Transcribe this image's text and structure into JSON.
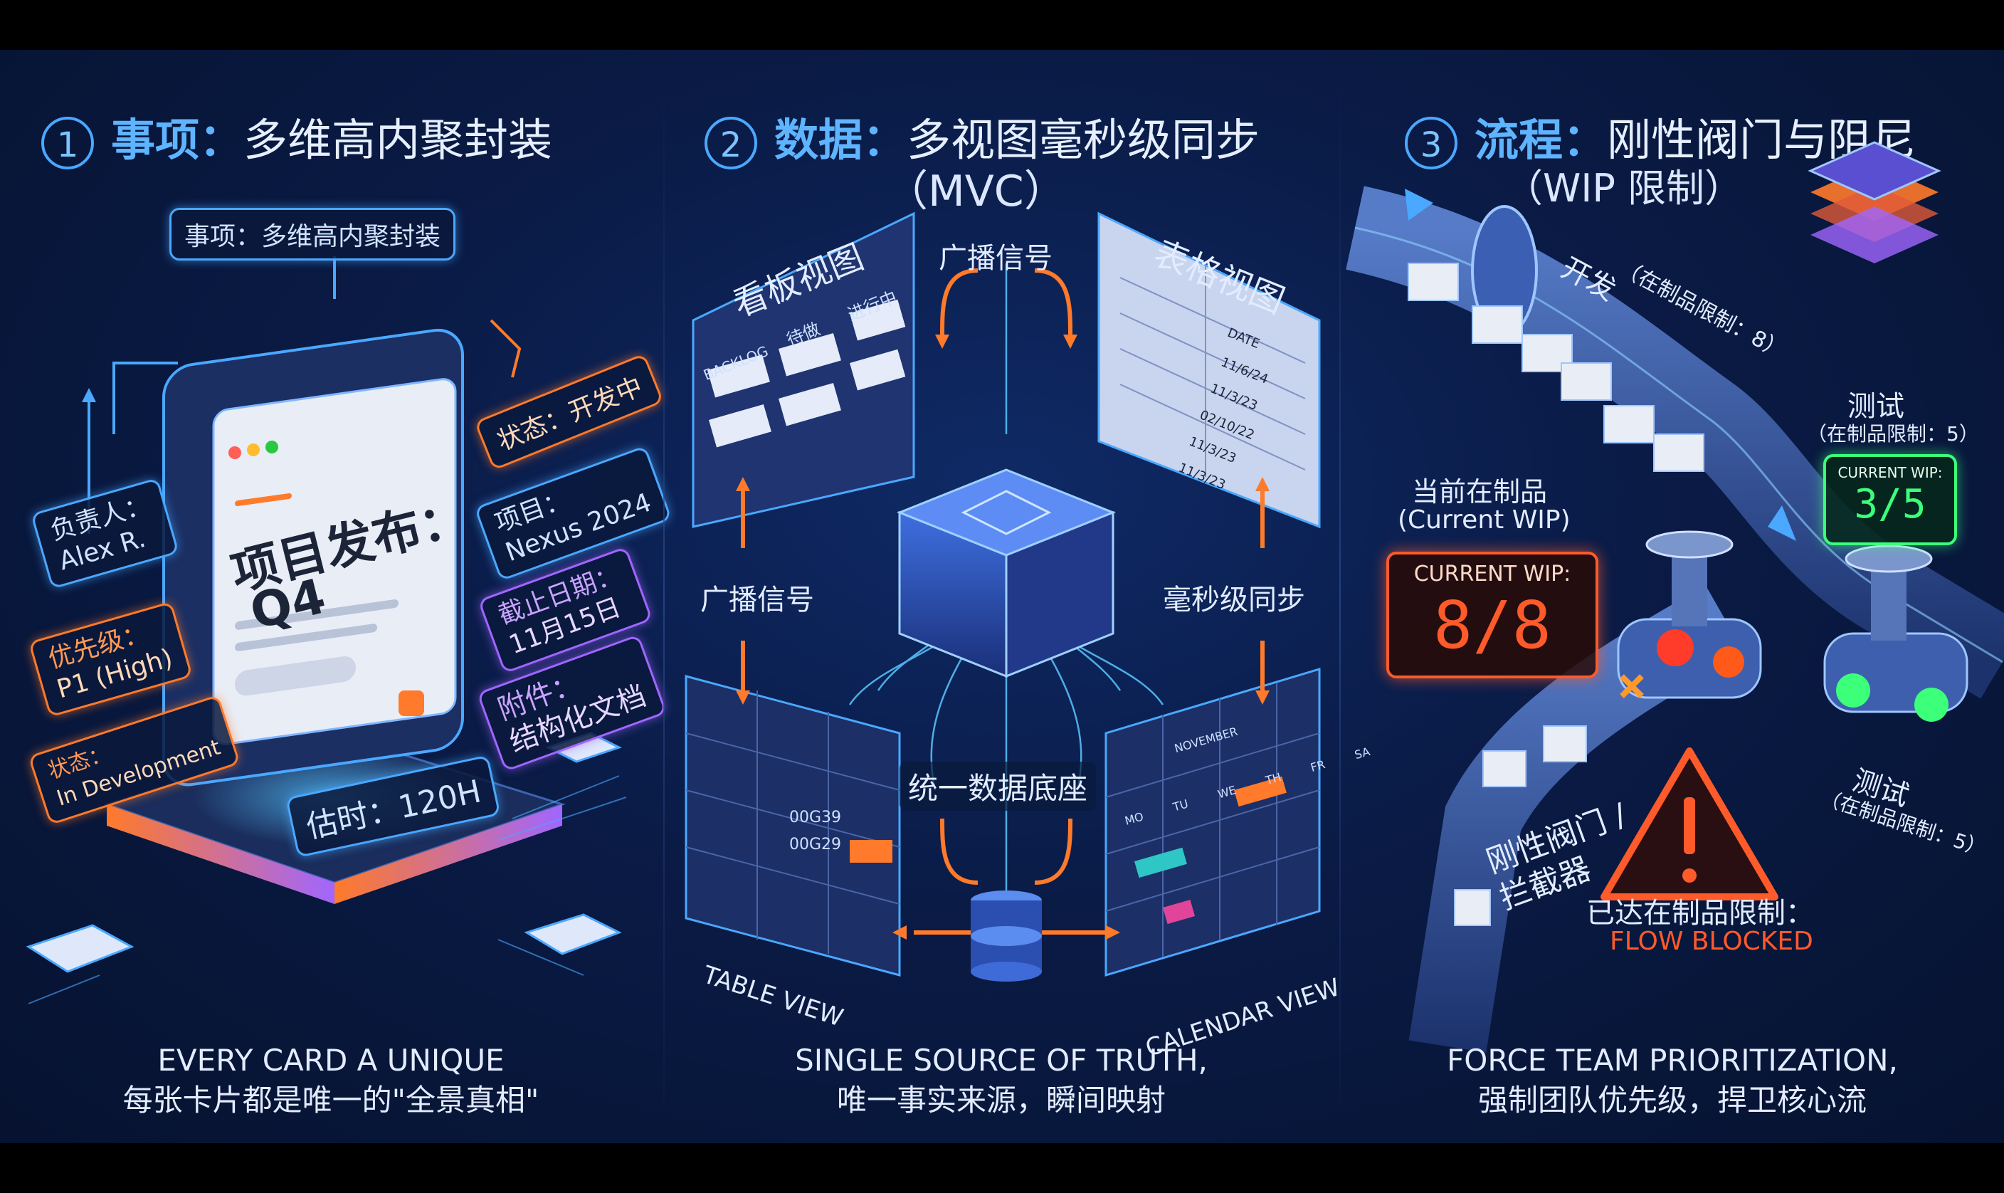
{
  "panel1": {
    "num": "1",
    "title_hl": "事项：",
    "title_rest": "多维高内聚封装",
    "header_tag": "事项：多维高内聚封装",
    "card_title_line1": "项目发布：",
    "card_title_line2": "Q4",
    "tags": {
      "owner_label": "负责人：",
      "owner_value": "Alex R.",
      "priority_label": "优先级：",
      "priority_value": "P1 (High)",
      "state_label": "状态：",
      "state_value": "In Development",
      "status": "状态：开发中",
      "project_label": "项目：",
      "project_value": "Nexus 2024",
      "due_label": "截止日期：",
      "due_value": "11月15日",
      "attach_label": "附件：",
      "attach_value": "结构化文档",
      "estimate": "估时：120H"
    },
    "footer_line1": "EVERY CARD A UNIQUE",
    "footer_line2": "每张卡片都是唯一的\"全景真相\""
  },
  "panel2": {
    "num": "2",
    "title_hl": "数据：",
    "title_rest": "多视图毫秒级同步",
    "subtitle": "（MVC）",
    "kanban_label": "看板视图",
    "kanban_cols": [
      "BACKLOG",
      "待做",
      "进行中"
    ],
    "grid_label": "表格视图",
    "grid_header": "DATE",
    "grid_dates": [
      "11/6/24",
      "11/3/23",
      "02/10/22",
      "11/3/23",
      "11/3/23"
    ],
    "broadcast_top": "广播信号",
    "broadcast_left": "广播信号",
    "sync_right": "毫秒级同步",
    "core_label": "统一数据底座",
    "table_view": "TABLE VIEW",
    "table_values": [
      "00G39",
      "00G29"
    ],
    "calendar_view": "CALENDAR VIEW",
    "calendar_month": "NOVEMBER",
    "calendar_days": [
      "MO",
      "TU",
      "WE",
      "TH",
      "FR",
      "SA"
    ],
    "footer_line1": "SINGLE SOURCE OF TRUTH,",
    "footer_line2": "唯一事实来源，瞬间映射"
  },
  "panel3": {
    "num": "3",
    "title_hl": "流程：",
    "title_rest": "刚性阀门与阻尼",
    "subtitle": "（WIP 限制）",
    "dev_label": "开发",
    "dev_limit": "（在制品限制：8）",
    "test_top": "测试",
    "test_top_limit": "（在制品限制：5）",
    "test_badge_label": "CURRENT WIP:",
    "test_badge_value": "3/5",
    "current_wip_cn": "当前在制品",
    "current_wip_en": "(Current WIP)",
    "dev_badge_label": "CURRENT WIP:",
    "dev_badge_value": "8/8",
    "valve_label_line1": "刚性阀门 /",
    "valve_label_line2": "拦截器",
    "blocked_cn": "已达在制品限制：",
    "blocked_en": "FLOW BLOCKED",
    "test_bottom": "测试",
    "test_bottom_limit": "（在制品限制：5）",
    "footer_line1": "FORCE TEAM PRIORITIZATION,",
    "footer_line2": "强制团队优先级，捍卫核心流"
  },
  "colors": {
    "accent_blue": "#4aa8ff",
    "accent_orange": "#ff7a2a",
    "accent_purple": "#a066ff",
    "ok_green": "#3cff7a"
  }
}
